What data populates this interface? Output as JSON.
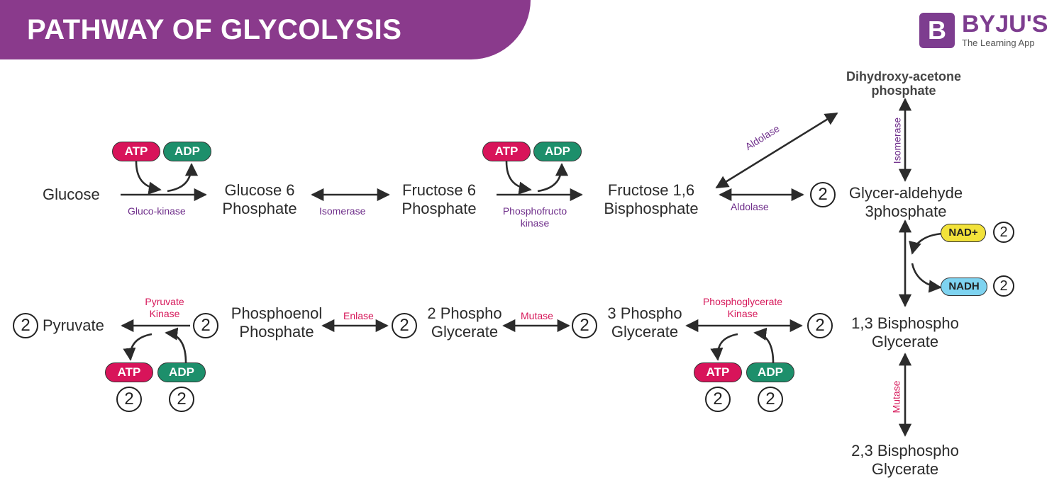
{
  "header": {
    "title": "PATHWAY OF GLYCOLYSIS"
  },
  "logo": {
    "mark": "B",
    "name": "BYJU'S",
    "tagline": "The Learning App"
  },
  "colors": {
    "banner": "#8a3a8c",
    "atp": "#d8145a",
    "adp": "#1d8f6b",
    "nad_plus": "#f2e23a",
    "nadh": "#7ed3f0",
    "enzyme_purple": "#6e2d8a",
    "enzyme_pink": "#d6185a"
  },
  "molecules": {
    "glucose": "Glucose",
    "g6p": [
      "Glucose 6",
      "Phosphate"
    ],
    "f6p": [
      "Fructose 6",
      "Phosphate"
    ],
    "f16bp": [
      "Fructose 1,6",
      "Bisphosphate"
    ],
    "dhap": [
      "Dihydroxy-acetone",
      "phosphate"
    ],
    "g3p": [
      "Glycer-aldehyde",
      "3phosphate"
    ],
    "bpg13": [
      "1,3 Bisphospho",
      "Glycerate"
    ],
    "bpg23": [
      "2,3 Bisphospho",
      "Glycerate"
    ],
    "pg3": [
      "3 Phospho",
      "Glycerate"
    ],
    "pg2": [
      "2 Phospho",
      "Glycerate"
    ],
    "pep": [
      "Phosphoenol",
      "Phosphate"
    ],
    "pyruvate": "Pyruvate"
  },
  "enzymes": {
    "glucokinase": "Gluco-kinase",
    "isomerase1": "Isomerase",
    "pfk": [
      "Phosphofructo",
      "kinase"
    ],
    "aldolase_diag": "Aldolase",
    "aldolase": "Aldolase",
    "isomerase2": "Isomerase",
    "mutase_vert": "Mutase",
    "pgk": [
      "Phosphoglycerate",
      "Kinase"
    ],
    "mutase": "Mutase",
    "enolase": "Enlase",
    "pk": [
      "Pyruvate",
      "Kinase"
    ]
  },
  "cofactors": {
    "atp": "ATP",
    "adp": "ADP",
    "nad_plus": "NAD+",
    "nadh": "NADH"
  },
  "count": "2"
}
